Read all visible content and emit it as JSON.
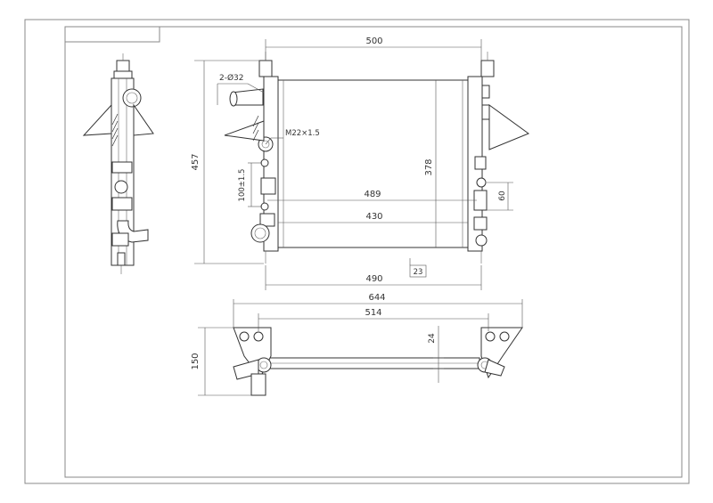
{
  "drawing": {
    "callouts": {
      "hole_spec": "2-Ø32",
      "thread_spec": "M22×1.5"
    },
    "front_view": {
      "overall_width": "500",
      "core_height": "378",
      "overall_height": "457",
      "core_width": "489",
      "tank_to_tank": "430",
      "bottom_width": "490",
      "bracket_spacing": "100±1.5",
      "side_offset": "60",
      "core_thickness": "23"
    },
    "bottom_view": {
      "total_width": "644",
      "mount_spacing": "514",
      "depth": "150",
      "tube_height": "24"
    }
  }
}
